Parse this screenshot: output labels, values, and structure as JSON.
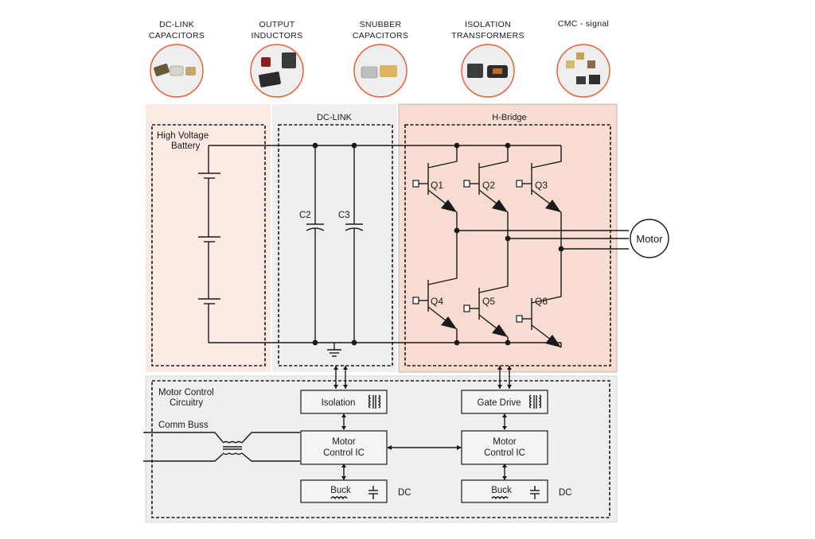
{
  "components": [
    {
      "line1": "DC-LINK",
      "line2": "CAPACITORS",
      "icon": "capacitor-parts-icon"
    },
    {
      "line1": "OUTPUT",
      "line2": "INDUCTORS",
      "icon": "inductor-parts-icon"
    },
    {
      "line1": "SNUBBER",
      "line2": "CAPACITORS",
      "icon": "snubber-capacitor-parts-icon"
    },
    {
      "line1": "ISOLATION",
      "line2": "TRANSFORMERS",
      "icon": "transformer-parts-icon"
    },
    {
      "line1": "CMC - signal",
      "line2": "",
      "icon": "common-mode-choke-parts-icon"
    }
  ],
  "sections": {
    "dc_link": "DC-LINK",
    "h_bridge": "H-Bridge",
    "battery_line1": "High Voltage",
    "battery_line2": "Battery",
    "control_line1": "Motor Control",
    "control_line2": "Circuitry"
  },
  "capacitors": {
    "c2": "C2",
    "c3": "C3"
  },
  "transistors": {
    "q1": "Q1",
    "q2": "Q2",
    "q3": "Q3",
    "q4": "Q4",
    "q5": "Q5",
    "q6": "Q6"
  },
  "motor": "Motor",
  "blocks": {
    "isolation": "Isolation",
    "gate_drive": "Gate Drive",
    "mcu_left_line1": "Motor",
    "mcu_left_line2": "Control IC",
    "mcu_right_line1": "Motor",
    "mcu_right_line2": "Control IC",
    "buck_left": "Buck",
    "buck_right": "Buck",
    "dc_left": "DC",
    "dc_right": "DC",
    "comm_buss": "Comm Buss"
  },
  "colors": {
    "accent_circle": "#e8603a",
    "battery_bg": "#fbeae4",
    "dclink_bg": "#efefef",
    "hbridge_bg": "#f8dcd1",
    "control_bg": "#efefef"
  }
}
